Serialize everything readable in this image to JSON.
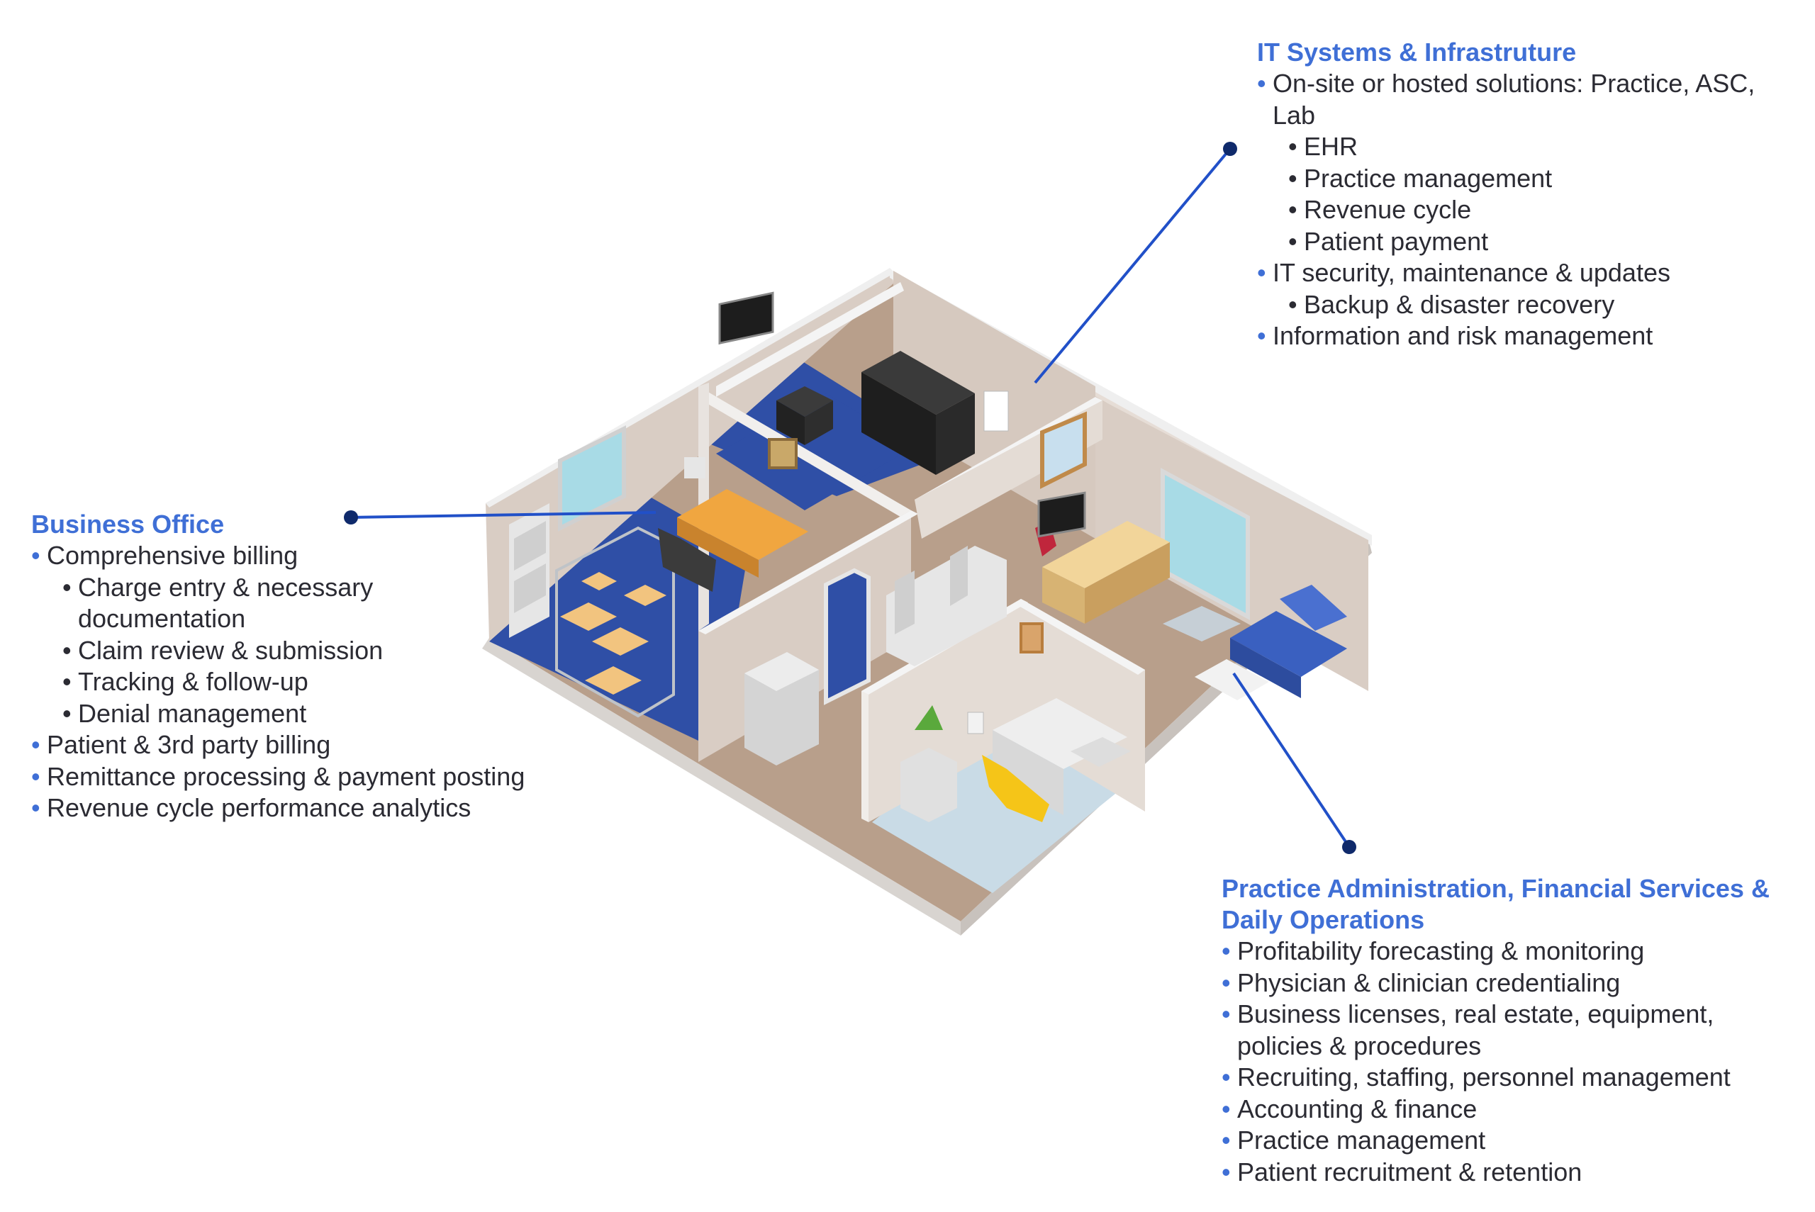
{
  "it_systems": {
    "title": "IT Systems & Infrastruture",
    "items": [
      {
        "level": 1,
        "text": "On-site or hosted solutions: Practice, ASC, Lab"
      },
      {
        "level": 2,
        "text": "EHR"
      },
      {
        "level": 2,
        "text": "Practice management"
      },
      {
        "level": 2,
        "text": "Revenue cycle"
      },
      {
        "level": 2,
        "text": "Patient payment"
      },
      {
        "level": 1,
        "text": "IT security, maintenance & updates"
      },
      {
        "level": 2,
        "text": "Backup & disaster recovery"
      },
      {
        "level": 1,
        "text": "Information and risk management"
      }
    ]
  },
  "business_office": {
    "title": "Business Office",
    "items": [
      {
        "level": 1,
        "text": "Comprehensive billing"
      },
      {
        "level": 2,
        "text": "Charge entry & necessary documentation"
      },
      {
        "level": 2,
        "text": "Claim review & submission"
      },
      {
        "level": 2,
        "text": "Tracking & follow-up"
      },
      {
        "level": 2,
        "text": "Denial management"
      },
      {
        "level": 1,
        "text": "Patient & 3rd party billing"
      },
      {
        "level": 1,
        "text": "Remittance processing & payment posting"
      },
      {
        "level": 1,
        "text": "Revenue cycle performance analytics"
      }
    ]
  },
  "practice_admin": {
    "title": "Practice Administration, Financial Services & Daily Operations",
    "items": [
      {
        "level": 1,
        "text": "Profitability forecasting & monitoring"
      },
      {
        "level": 1,
        "text": "Physician & clinician credentialing"
      },
      {
        "level": 1,
        "text": "Business licenses, real estate, equipment, policies & procedures"
      },
      {
        "level": 1,
        "text": "Recruiting, staffing, personnel management"
      },
      {
        "level": 1,
        "text": "Accounting & finance"
      },
      {
        "level": 1,
        "text": "Practice management"
      },
      {
        "level": 1,
        "text": "Patient recruitment & retention"
      }
    ]
  },
  "colors": {
    "heading_blue": "#3f6fd6",
    "body_text": "#2b2b33",
    "connector_line": "#2150c8",
    "connector_dot": "#0f2a6b",
    "floor_blue": "#2f4fa6",
    "floor_brown": "#b89f8b",
    "floor_light": "#c9dbe6",
    "wall_beige": "#d9cdc4"
  }
}
